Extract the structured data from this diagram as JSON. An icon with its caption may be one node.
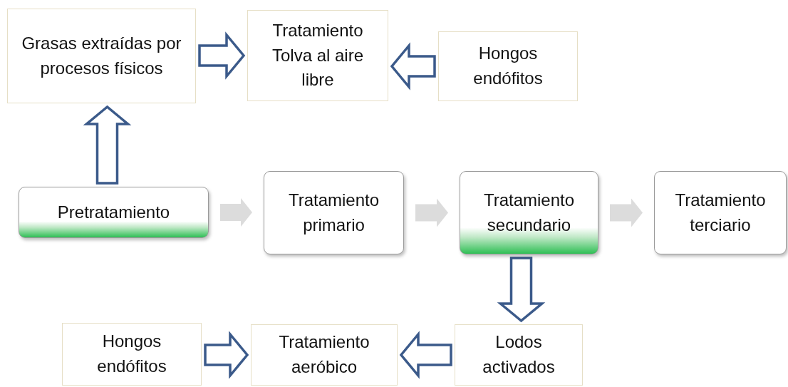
{
  "diagram": {
    "nodes": [
      {
        "text": [
          "Grasas extraídas por procesos físicos"
        ]
      },
      {
        "text": [
          "Tratamiento Tolva al aire libre"
        ]
      },
      {
        "text": [
          "Hongos endófitos"
        ]
      },
      {
        "text": [
          "Pretratamiento"
        ]
      },
      {
        "text": [
          "Tratamiento primario"
        ]
      },
      {
        "text": [
          "Tratamiento secundario"
        ]
      },
      {
        "text": [
          "Tratamiento terciario"
        ]
      },
      {
        "text": [
          "Hongos endófitos"
        ]
      },
      {
        "text": [
          "Tratamiento aeróbico"
        ]
      },
      {
        "text": [
          "Lodos activados"
        ]
      }
    ],
    "edges": [
      {
        "from": 3,
        "to": 0,
        "arrow": "to"
      },
      {
        "from": 0,
        "to": 1,
        "arrow": "to"
      },
      {
        "from": 2,
        "to": 1,
        "arrow": "to"
      },
      {
        "from": 3,
        "to": 4,
        "arrow": "to",
        "color": "#dcdcdc"
      },
      {
        "from": 4,
        "to": 5,
        "arrow": "to",
        "color": "#dcdcdc"
      },
      {
        "from": 5,
        "to": 6,
        "arrow": "to",
        "color": "#dcdcdc"
      },
      {
        "from": 5,
        "to": 9,
        "arrow": "to"
      },
      {
        "from": 9,
        "to": 8,
        "arrow": "to"
      },
      {
        "from": 7,
        "to": 8,
        "arrow": "to"
      }
    ]
  }
}
